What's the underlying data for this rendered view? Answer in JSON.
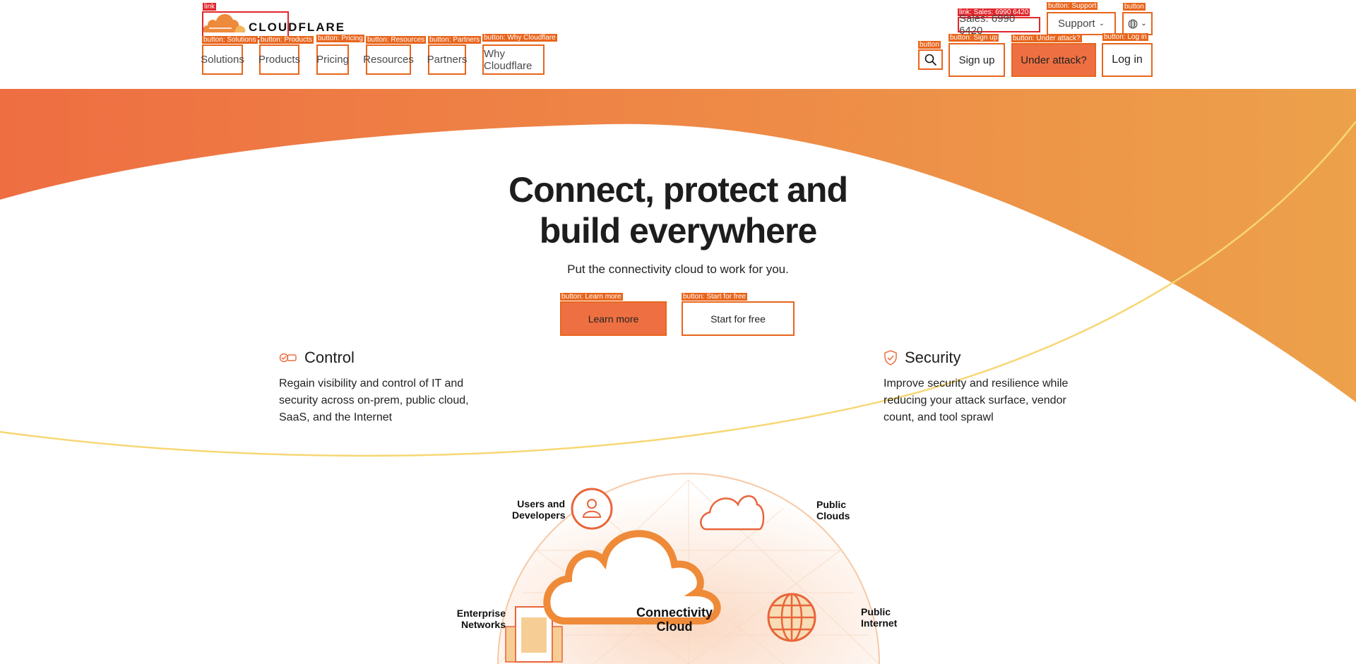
{
  "header": {
    "logo_text": "CLOUDFLARE",
    "nav": [
      {
        "label": "Solutions"
      },
      {
        "label": "Products"
      },
      {
        "label": "Pricing"
      },
      {
        "label": "Resources"
      },
      {
        "label": "Partners"
      },
      {
        "label": "Why Cloudflare"
      }
    ],
    "sales": "Sales: 6990 6420",
    "support": "Support",
    "sign_up": "Sign up",
    "under_attack": "Under attack?",
    "log_in": "Log in"
  },
  "overlay_tags": {
    "logo": "link",
    "solutions": "button: Solutions",
    "products": "button: Products",
    "pricing": "button: Pricing",
    "resources": "button: Resources",
    "partners": "button: Partners",
    "why": "button: Why Cloudflare",
    "sales": "link: Sales: 6990 6420",
    "support": "button: Support",
    "globe": "button",
    "search": "button",
    "sign_up": "button: Sign up",
    "under_attack": "button: Under attack?",
    "log_in": "button: Log in",
    "learn_more": "button: Learn more",
    "start_free": "button: Start for free"
  },
  "hero": {
    "title_line1": "Connect, protect and",
    "title_line2": "build everywhere",
    "subtitle": "Put the connectivity cloud to work for you.",
    "learn_more": "Learn more",
    "start_free": "Start for free"
  },
  "features": [
    {
      "title": "Control",
      "text": "Regain visibility and control of IT and security across on-prem, public cloud, SaaS, and the Internet"
    },
    {
      "title": "Security",
      "text": "Improve security and resilience while reducing your attack surface, vendor count, and tool sprawl"
    }
  ],
  "diagram": {
    "users_1": "Users and",
    "users_2": "Developers",
    "clouds_1": "Public",
    "clouds_2": "Clouds",
    "enterprise_1": "Enterprise",
    "enterprise_2": "Networks",
    "internet_1": "Public",
    "internet_2": "Internet",
    "center_1": "Connectivity",
    "center_2": "Cloud"
  },
  "colors": {
    "brand": "#ee7042",
    "outline": "#e8651c",
    "yellow": "#f7d774"
  }
}
